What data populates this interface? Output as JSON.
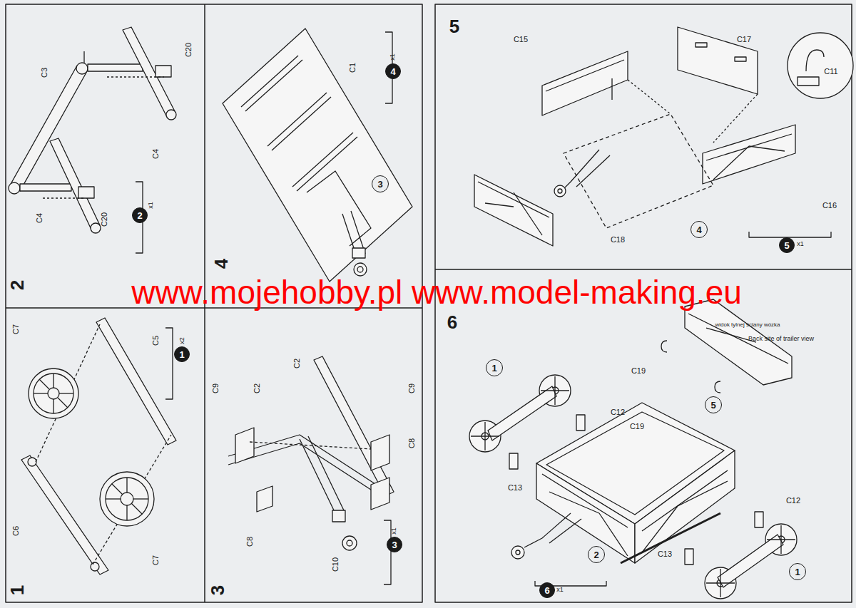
{
  "diagram": {
    "nodes": [
      {
        "text": [
          "2"
        ]
      },
      {
        "text": [
          "4"
        ]
      },
      {
        "text": [
          "3"
        ]
      },
      {
        "text": [
          "1"
        ]
      },
      {
        "text": [
          "3"
        ]
      },
      {
        "text": [
          "4"
        ]
      },
      {
        "text": [
          "5"
        ]
      },
      {
        "text": [
          "1"
        ]
      },
      {
        "text": [
          "5"
        ]
      },
      {
        "text": [
          "2"
        ]
      },
      {
        "text": [
          "1"
        ]
      },
      {
        "text": [
          "6"
        ]
      }
    ],
    "labels": [
      "2",
      "C3",
      "C20",
      "C4",
      "C4",
      "C20",
      "x1",
      "4",
      "C1",
      "x1",
      "1",
      "C7",
      "C5",
      "x2",
      "C6",
      "C7",
      "3",
      "C9",
      "C2",
      "C2",
      "C9",
      "C8",
      "C8",
      "C10",
      "x1",
      "5",
      "C15",
      "C17",
      "C11",
      "C16",
      "C18",
      "x1",
      "6",
      "widok tylnej ściany wózka",
      "Back site of trailer view",
      "C19",
      "C19",
      "C12",
      "C13",
      "C12",
      "C13",
      "x1",
      "www.mojehobby.pl www.model-making.eu"
    ]
  }
}
